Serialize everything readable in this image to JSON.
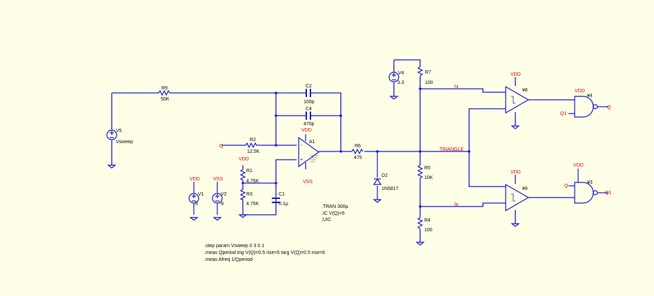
{
  "colors": {
    "background": "#ffffe8",
    "wire": "#1010d0",
    "net_label": "#d00000",
    "text": "#000000"
  },
  "components": {
    "R9": {
      "name": "R9",
      "value": "50K"
    },
    "V5": {
      "name": "V5",
      "value": "Vsweep"
    },
    "C2": {
      "name": "C2",
      "value": "100p"
    },
    "C4": {
      "name": "C4",
      "value": "470p"
    },
    "R2": {
      "name": "R2",
      "value": "12.5K"
    },
    "A1": {
      "name": "A1"
    },
    "R1": {
      "name": "R1",
      "value": "4.75K"
    },
    "R3": {
      "name": "R3",
      "value": "4.75K"
    },
    "C1": {
      "name": "C1",
      "value": "0.1µ"
    },
    "V1": {
      "name": "V1",
      "value": "6"
    },
    "V2": {
      "name": "V2",
      "value": "-6"
    },
    "R6": {
      "name": "R6",
      "value": "475"
    },
    "D2": {
      "name": "D2",
      "value": "1N5817"
    },
    "V4": {
      "name": "V4",
      "value": "3.3"
    },
    "R7": {
      "name": "R7",
      "value": "100"
    },
    "R5": {
      "name": "R5",
      "value": "10K"
    },
    "R4": {
      "name": "R4",
      "value": "100"
    },
    "U8": {
      "name": "¥8"
    },
    "U9": {
      "name": "¥9"
    },
    "U4": {
      "name": "¥4"
    },
    "U3": {
      "name": "¥3"
    }
  },
  "nets": {
    "q": "Q",
    "q1": "Q1",
    "hi": "hi",
    "lo": "lo",
    "triangle": "TRIANGLE",
    "vdd": "VDD",
    "vss": "VSS"
  },
  "directives": {
    "tran": ".TRAN 300µ",
    "ic": ".IC V(Q)=5",
    "uic": ";UIC",
    "step": ".step param Vsweep 0 3 0.1",
    "meas_q": ".meas Qperiod trig V(Q)=0.5 rise=5 targ V(Q)=0.5 rise=6",
    "meas_f": ".meas Afreq 1/Qperiod"
  }
}
